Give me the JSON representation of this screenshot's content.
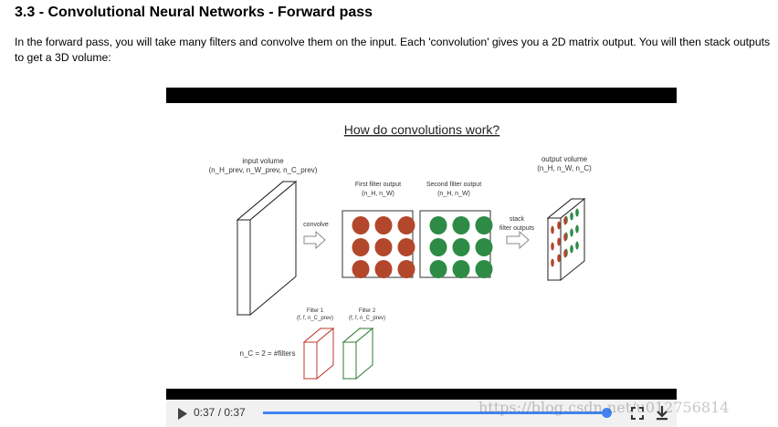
{
  "heading": "3.3 - Convolutional Neural Networks - Forward pass",
  "paragraph": "In the forward pass, you will take many filters and convolve them on the input. Each 'convolution' gives you a 2D matrix output. You will then stack outputs to get a 3D volume:",
  "diagram": {
    "title": "How do convolutions work?",
    "input_label_1": "input volume",
    "input_label_2": "(n_H_prev, n_W_prev, n_C_prev)",
    "first_filter_1": "First filter output",
    "first_filter_2": "(n_H, n_W)",
    "second_filter_1": "Second filter output",
    "second_filter_2": "(n_H, n_W)",
    "convolve_label": "convolve",
    "stack_label_1": "stack",
    "stack_label_2": "filter outputs",
    "output_label_1": "output volume",
    "output_label_2": "(n_H, n_W, n_C)",
    "filter1_label_1": "Filter 1",
    "filter1_label_2": "(f, f, n_C_prev)",
    "filter2_label_1": "Filter 2",
    "filter2_label_2": "(f, f, n_C_prev)",
    "nc_label": "n_C = 2 = #filters",
    "colors": {
      "red": "#b3472b",
      "green": "#2e8b45",
      "red_stroke": "#c0392b",
      "green_stroke": "#2e7d32"
    }
  },
  "player": {
    "time": "0:37 / 0:37",
    "progress_fraction": 0.985,
    "icons": {
      "play": "play-icon",
      "fullscreen": "fullscreen-icon",
      "download": "download-icon"
    }
  },
  "watermark": "https://blog.csdn.net/u012756814"
}
